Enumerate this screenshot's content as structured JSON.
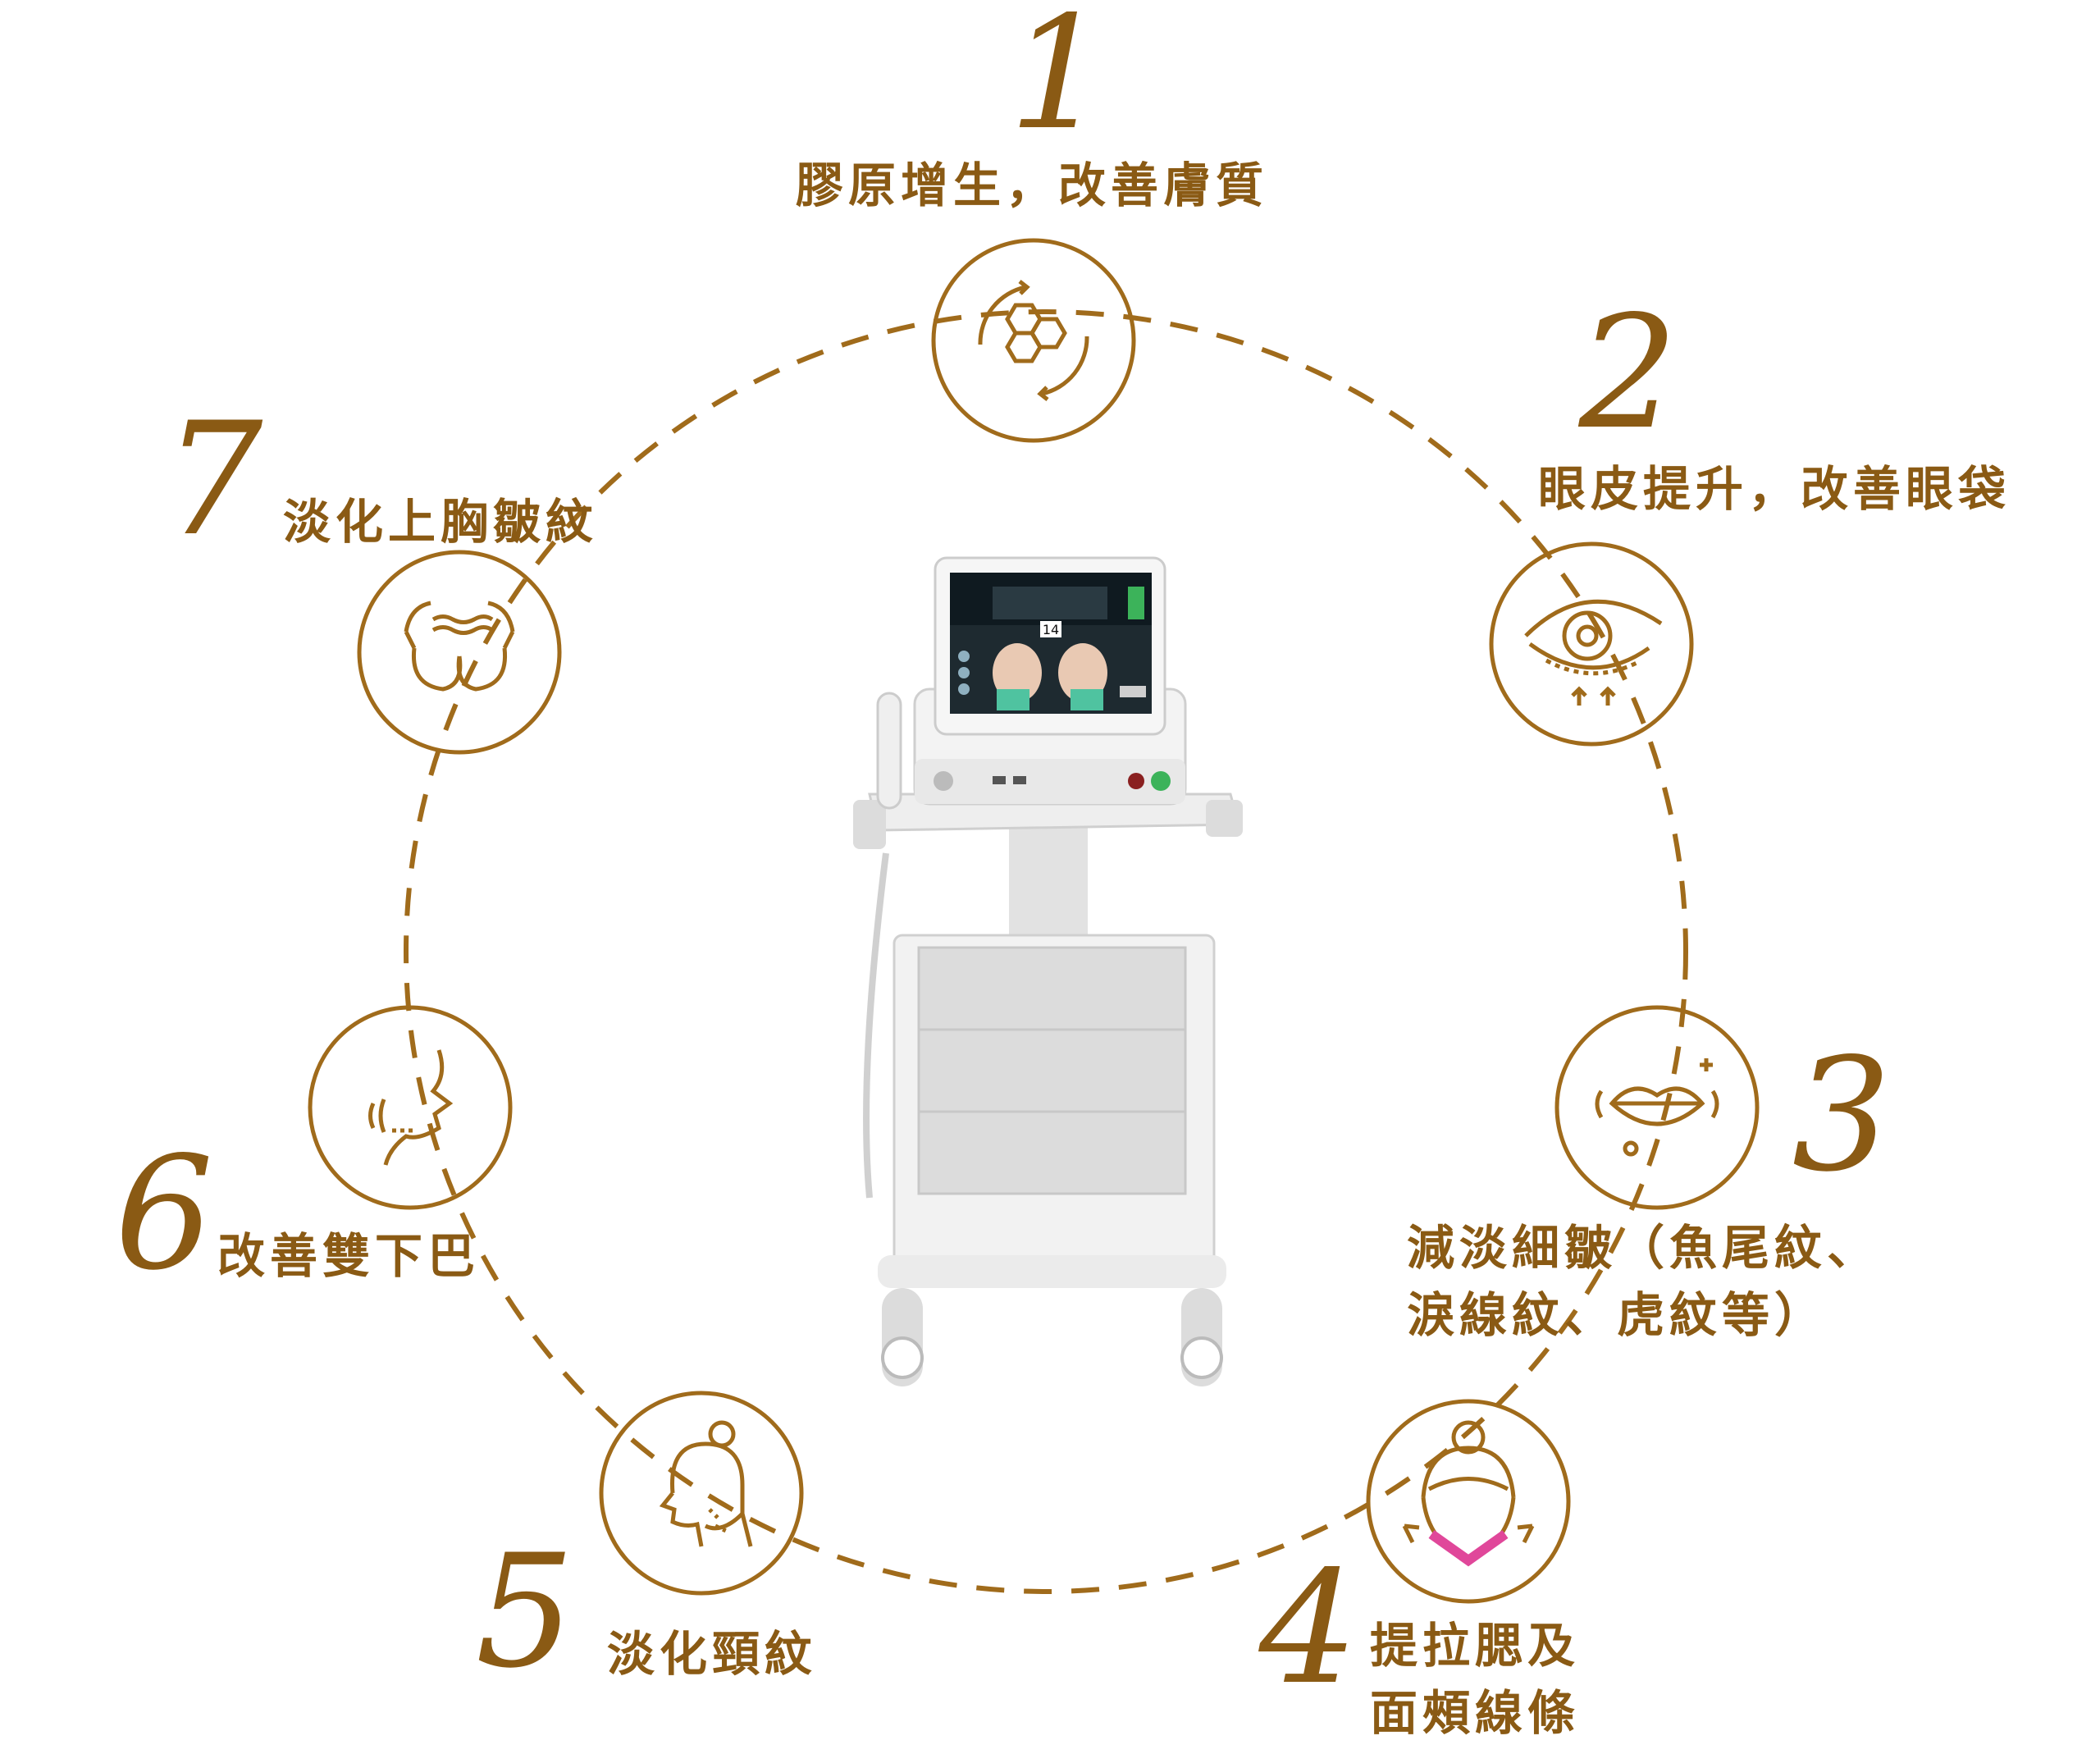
{
  "benefits": [
    {
      "number": "1",
      "label": "膠原增生，改善膚質",
      "icon": "collagen-cells-icon"
    },
    {
      "number": "2",
      "label": "眼皮提升，改善眼袋",
      "icon": "eye-lift-icon"
    },
    {
      "number": "3",
      "label_line1": "減淡細皺（魚尾紋、",
      "label_line2": "淚線紋、虎紋等）",
      "icon": "lips-icon"
    },
    {
      "number": "4",
      "label_line1": "提拉腮及",
      "label_line2": "面頰線條",
      "icon": "face-contour-icon"
    },
    {
      "number": "5",
      "label": "淡化頸紋",
      "icon": "neck-icon"
    },
    {
      "number": "6",
      "label": "改善雙下巴",
      "icon": "chin-profile-icon"
    },
    {
      "number": "7",
      "label": "淡化上胸皺紋",
      "icon": "chest-icon"
    }
  ],
  "device": {
    "screen_readout": "14"
  },
  "colors": {
    "gold": "#8a5a14",
    "accent_pink": "#e0479a",
    "device_gray": "#d9d9d9"
  }
}
